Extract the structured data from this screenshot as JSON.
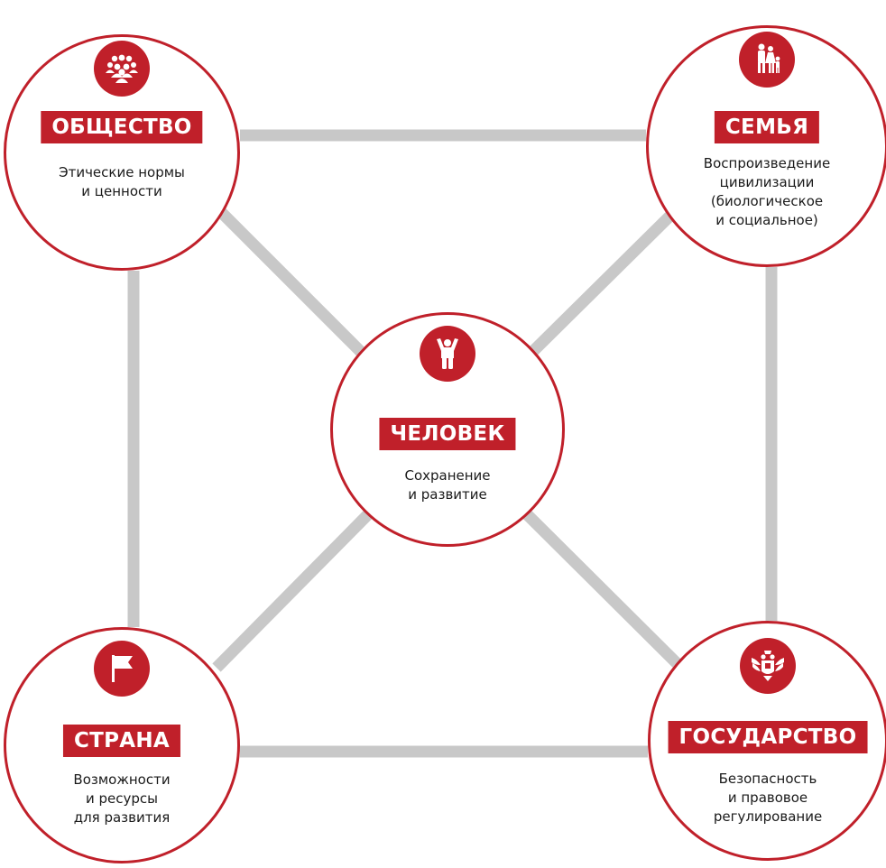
{
  "colors": {
    "accent": "#c0202a",
    "connector": "#c8c8c8",
    "text": "#1a1a1a",
    "background": "#ffffff"
  },
  "nodes": {
    "society": {
      "icon": "crowd-icon",
      "title": "ОБЩЕСТВО",
      "description": "Этические нормы\nи ценности"
    },
    "family": {
      "icon": "family-icon",
      "title": "СЕМЬЯ",
      "description": "Воспроизведение\nцивилизации\n(биологическое\nи социальное)"
    },
    "person": {
      "icon": "person-raised-arms-icon",
      "title": "ЧЕЛОВЕК",
      "description": "Сохранение\nи развитие"
    },
    "country": {
      "icon": "flag-icon",
      "title": "СТРАНА",
      "description": "Возможности\nи ресурсы\nдля развития"
    },
    "state": {
      "icon": "coat-of-arms-icon",
      "title": "ГОСУДАРСТВО",
      "description": "Безопасность\nи правовое\nрегулирование"
    }
  },
  "connections": [
    [
      "society",
      "family"
    ],
    [
      "society",
      "country"
    ],
    [
      "family",
      "state"
    ],
    [
      "country",
      "state"
    ],
    [
      "society",
      "person"
    ],
    [
      "family",
      "person"
    ],
    [
      "country",
      "person"
    ],
    [
      "state",
      "person"
    ]
  ]
}
